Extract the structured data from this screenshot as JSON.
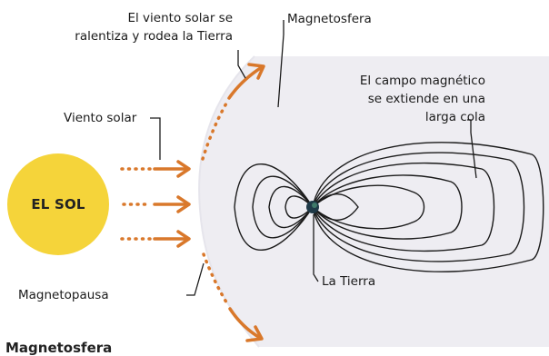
{
  "labels": {
    "wind_slows_line1": "El viento solar se",
    "wind_slows_line2": "ralentiza y rodea la Tierra",
    "magnetosphere": "Magnetosfera",
    "field_line1": "El campo magnético",
    "field_line2": "se extiende en una",
    "field_line3": "larga cola",
    "solar_wind": "Viento solar",
    "sun": "EL SOL",
    "magnetopause": "Magnetopausa",
    "earth": "La Tierra",
    "bottom_title": "Magnetosfera"
  },
  "colors": {
    "sun": "#f5d43a",
    "arrows": "#d9782b",
    "magnetosphere_fill": "#eeedf2",
    "field_lines": "#1b1b1b",
    "earth": "#1f3a48"
  }
}
